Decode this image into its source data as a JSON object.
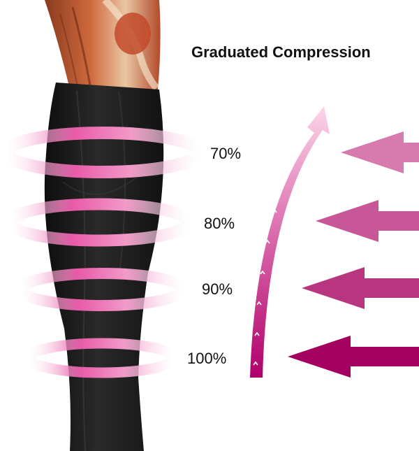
{
  "title": "Graduated Compression",
  "levels": [
    {
      "label": "70%",
      "value": 70
    },
    {
      "label": "80%",
      "value": 80
    },
    {
      "label": "90%",
      "value": 90
    },
    {
      "label": "100%",
      "value": 100
    }
  ],
  "colors": {
    "ring": "#e85aa8",
    "arrow_top": "#d77aae",
    "arrow_bottom": "#a3005f",
    "sleeve": "#1c1c1c",
    "muscle": "#b5532f"
  }
}
